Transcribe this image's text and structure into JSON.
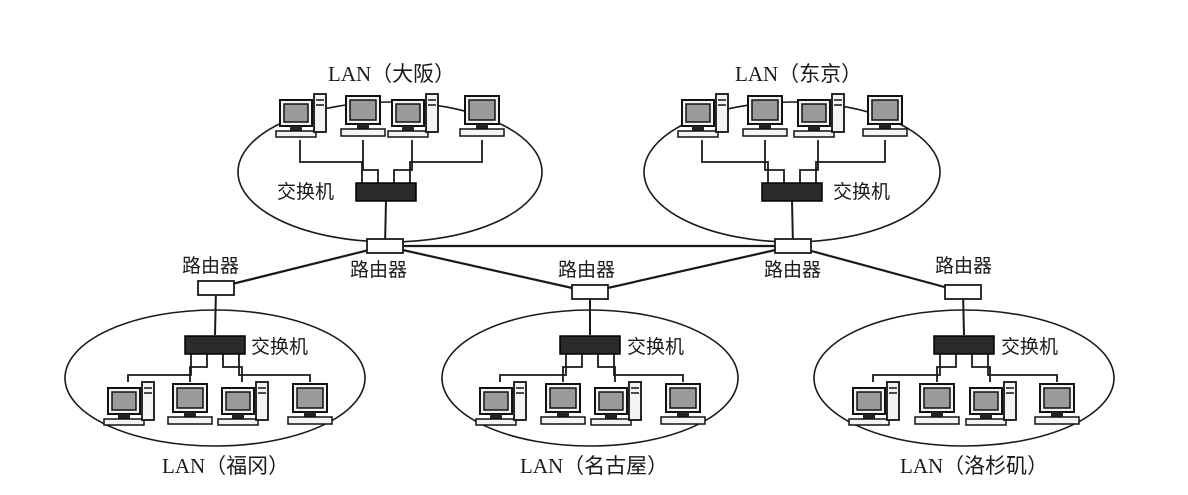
{
  "labels": {
    "router": "路由器",
    "switch": "交换机"
  },
  "lans": {
    "osaka": "LAN（大阪）",
    "tokyo": "LAN（东京）",
    "fukuoka": "LAN（福冈）",
    "nagoya": "LAN（名古屋）",
    "losangeles": "LAN（洛杉矶）"
  },
  "colors": {
    "line": "#1a1a1a",
    "switch": "#2b2b2b",
    "monitor_screen": "#9a9a9a",
    "background": "#ffffff"
  }
}
